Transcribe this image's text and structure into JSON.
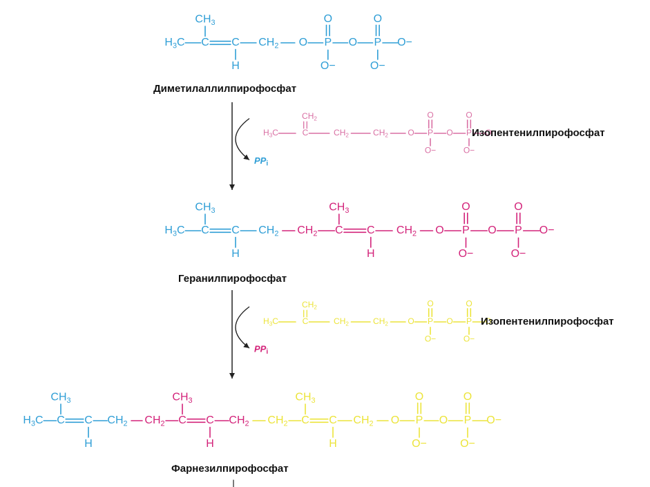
{
  "colors": {
    "blue": "#2f9ed6",
    "magenta": "#d3237a",
    "light_magenta": "#d96fa3",
    "yellow": "#ece43a",
    "arrow": "#222222",
    "label": "#111111"
  },
  "compounds": {
    "dmapp": {
      "name": "Диметилаллилпирофосфат",
      "h3c": "H3C",
      "c": "C",
      "ch3": "CH3",
      "h": "H",
      "ch2": "CH2",
      "o": "O",
      "p": "P",
      "o_minus": "O−"
    },
    "ipp_first": {
      "name": "Изопентенилпирофосфат",
      "h3c": "H3C",
      "c": "C",
      "ch2": "CH2",
      "o": "O",
      "p": "P",
      "o_minus": "O−"
    },
    "geranyl": {
      "name": "Геранилпирофосфат",
      "h3c": "H3C",
      "c": "C",
      "ch3": "CH3",
      "h": "H",
      "ch2": "CH2",
      "o": "O",
      "p": "P",
      "o_minus": "O−"
    },
    "ipp_second": {
      "name": "Изопентенилпирофосфат",
      "h3c": "H3C",
      "c": "C",
      "ch2": "CH2",
      "o": "O",
      "p": "P",
      "o_minus": "O−"
    },
    "farnesyl": {
      "name": "Фарнезилпирофосфат",
      "h3c": "H3C",
      "c": "C",
      "ch3": "CH3",
      "h": "H",
      "ch2": "CH2",
      "o": "O",
      "p": "P",
      "o_minus": "O−"
    }
  },
  "steps": [
    {
      "byproduct": "PPi"
    },
    {
      "byproduct": "PPi"
    }
  ]
}
